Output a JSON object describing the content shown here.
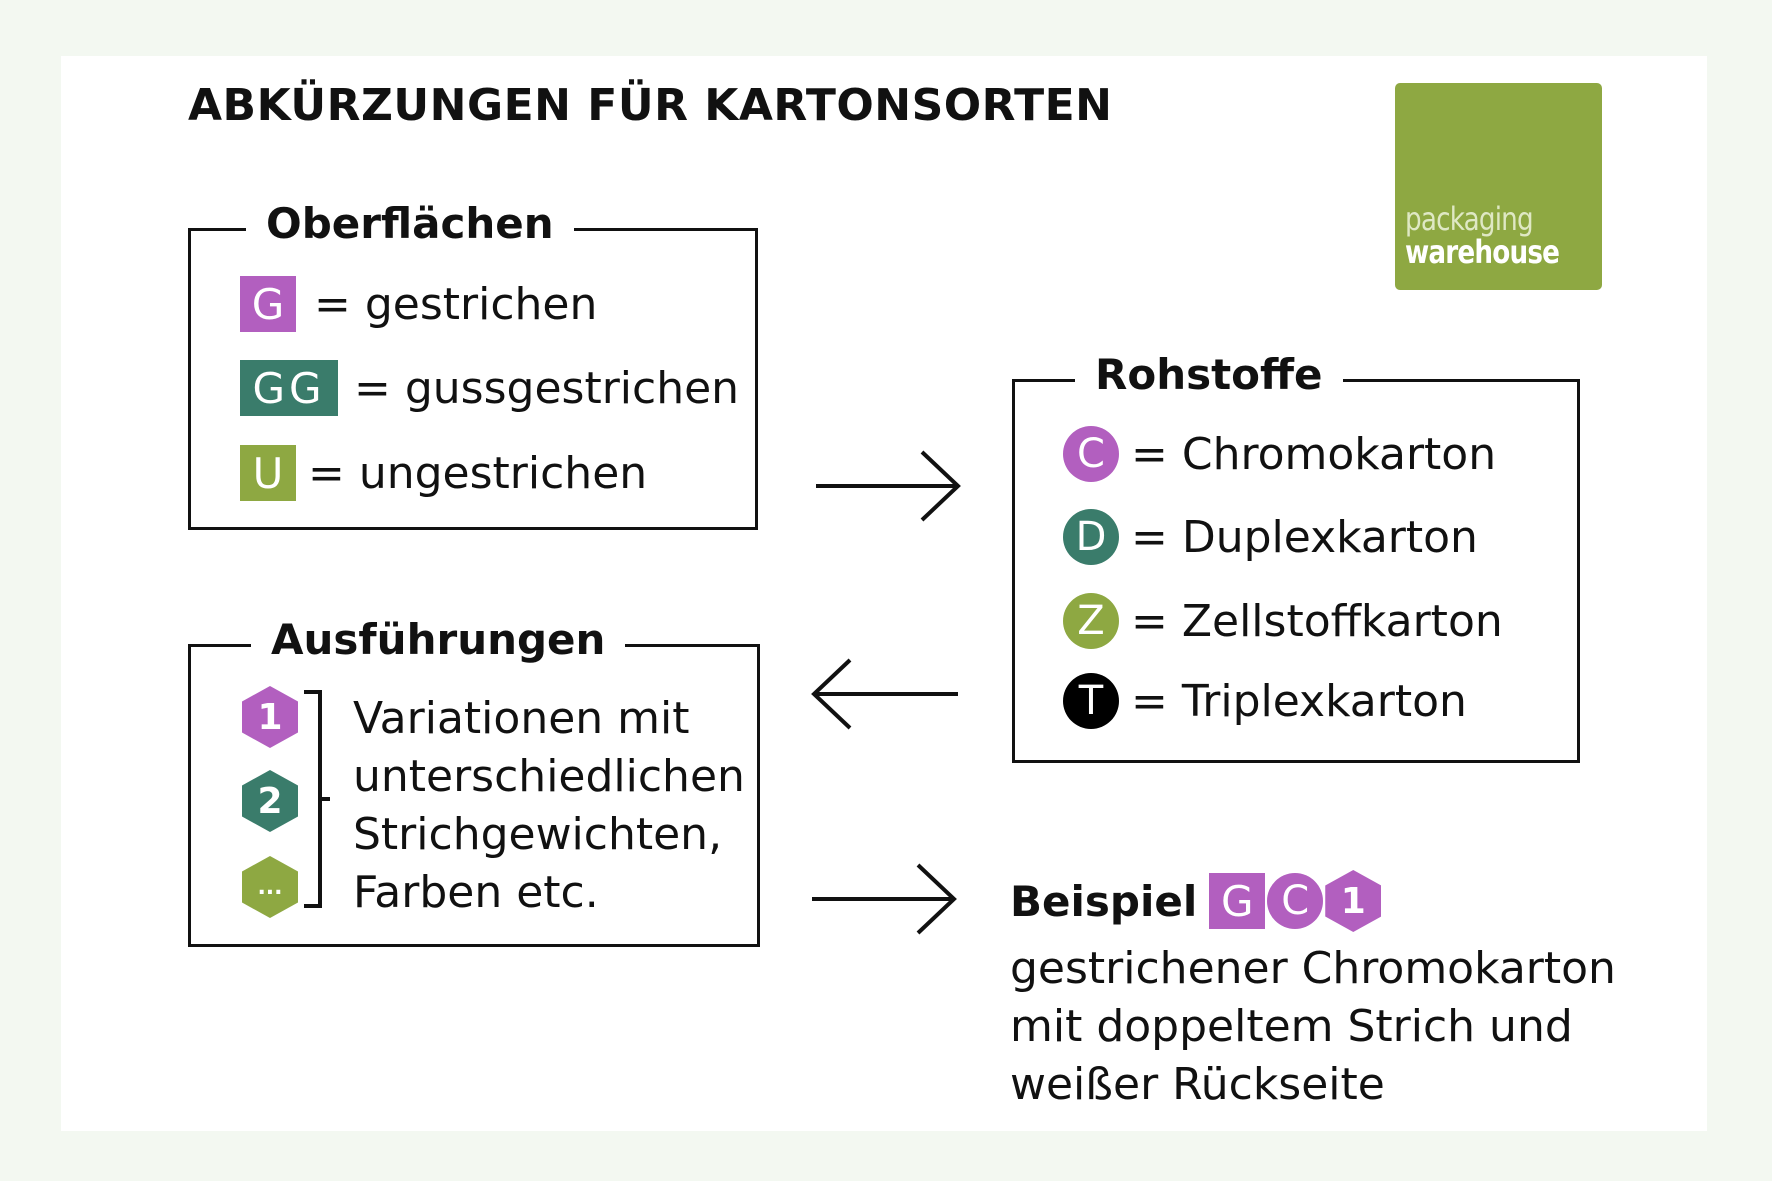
{
  "title": "ABKÜRZUNGEN FÜR KARTONSORTEN",
  "logo": {
    "line1": "packaging",
    "line2": "warehouse"
  },
  "colors": {
    "purple": "#b25fbf",
    "teal": "#3a7c6b",
    "olive": "#8ea842",
    "black": "#000000"
  },
  "surfaces": {
    "title": "Oberflächen",
    "items": [
      {
        "badge": "G",
        "label": "= gestrichen",
        "color": "purple"
      },
      {
        "badge": "GG",
        "label": "= gussgestrichen",
        "color": "teal"
      },
      {
        "badge": "U",
        "label": "= ungestrichen",
        "color": "olive"
      }
    ]
  },
  "raw_materials": {
    "title": "Rohstoffe",
    "items": [
      {
        "badge": "C",
        "label": "= Chromokarton",
        "color": "purple"
      },
      {
        "badge": "D",
        "label": "= Duplexkarton",
        "color": "teal"
      },
      {
        "badge": "Z",
        "label": "= Zellstoffkarton",
        "color": "olive"
      },
      {
        "badge": "T",
        "label": "= Triplexkarton",
        "color": "black"
      }
    ]
  },
  "versions": {
    "title": "Ausführungen",
    "badges": [
      "1",
      "2",
      "..."
    ],
    "text_lines": [
      "Variationen mit",
      "unterschiedlichen",
      "Strichgewichten,",
      "Farben etc."
    ]
  },
  "example": {
    "label": "Beispiel",
    "badges": [
      "G",
      "C",
      "1"
    ],
    "text_lines": [
      "gestrichener Chromokarton",
      "mit doppeltem Strich und",
      "weißer Rückseite"
    ]
  }
}
